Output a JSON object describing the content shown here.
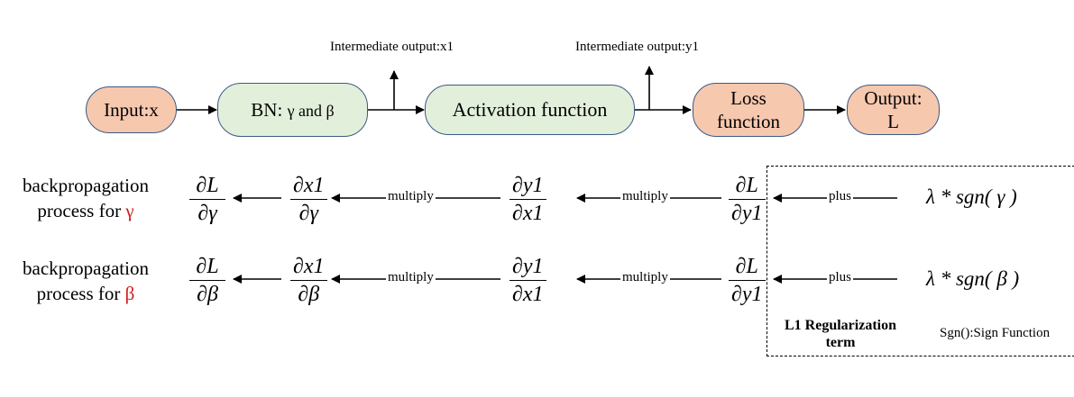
{
  "flow": {
    "input": "Input:x",
    "bn_prefix": "BN: ",
    "bn_gamma": "γ",
    "bn_and": " and ",
    "bn_beta": "β",
    "activation": "Activation function",
    "loss_line1": "Loss",
    "loss_line2": "function",
    "output_line1": "Output:",
    "output_line2": "L",
    "intermediate_x1": "Intermediate output:x1",
    "intermediate_y1": "Intermediate output:y1"
  },
  "rows": [
    {
      "label_line1": "backpropagation",
      "label_line2": "process for ",
      "param": "γ",
      "frac1_num": "∂L",
      "frac1_den": "∂γ",
      "frac2_num": "∂x1",
      "frac2_den": "∂γ",
      "conn1": "multiply",
      "frac3_num": "∂y1",
      "frac3_den": "∂x1",
      "conn2": "multiply",
      "frac4_num": "∂L",
      "frac4_den": "∂y1",
      "conn3": "plus",
      "reg_expr": "λ * sgn( γ )"
    },
    {
      "label_line1": "backpropagation",
      "label_line2": "process for ",
      "param": "β",
      "frac1_num": "∂L",
      "frac1_den": "∂β",
      "frac2_num": "∂x1",
      "frac2_den": "∂β",
      "conn1": "multiply",
      "frac3_num": "∂y1",
      "frac3_den": "∂x1",
      "conn2": "multiply",
      "frac4_num": "∂L",
      "frac4_den": "∂y1",
      "conn3": "plus",
      "reg_expr": "λ * sgn( β )"
    }
  ],
  "regularization": {
    "title_line1": "L1 Regularization",
    "title_line2": "term",
    "note": "Sgn():Sign Function"
  },
  "colors": {
    "node_orange": "#f6c8ae",
    "node_green": "#e2efda",
    "node_border": "#3b5a87",
    "param_red": "#d01b1b"
  }
}
